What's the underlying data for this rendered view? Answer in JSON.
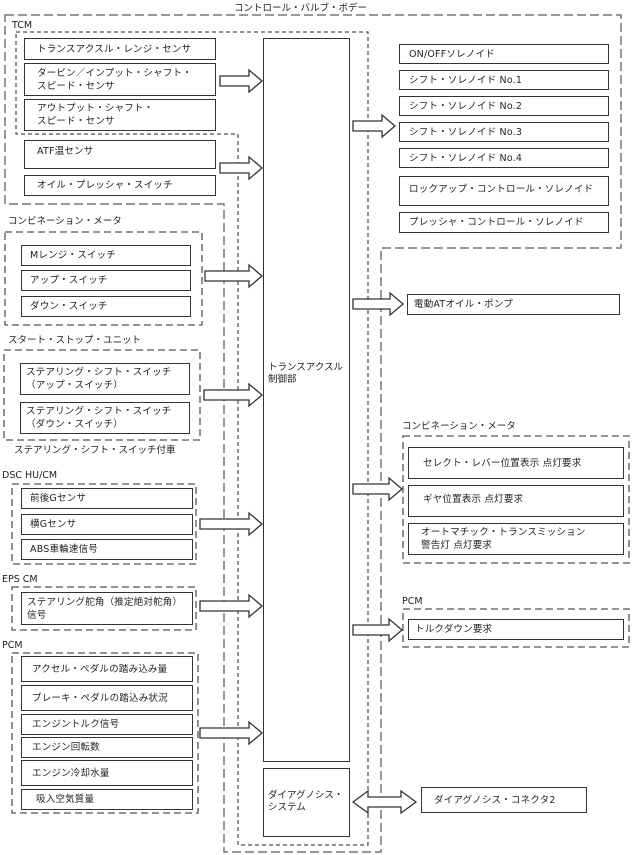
{
  "title": "コントロール・バルブ・ボデー",
  "tcm": {
    "label": "TCM",
    "sensors": [
      "トランスアクスル・レンジ・センサ",
      "タービン／インプット・シャフト・\nスピード・センサ",
      "アウトプット・シャフト・\nスピード・センサ",
      "ATF温センサ",
      "オイル・プレッシャ・スイッチ"
    ],
    "core_label": "トランスアクスル\n制御部",
    "diagnosis_label": "ダイアグノシス・\nシステム"
  },
  "combination_meter_in": {
    "label": "コンビネーション・メータ",
    "items": [
      "Mレンジ・スイッチ",
      "アップ・スイッチ",
      "ダウン・スイッチ"
    ]
  },
  "start_stop_unit": {
    "label": "スタート・ストップ・ユニット",
    "items": [
      "ステアリング・シフト・スイッチ\n（アップ・スイッチ）",
      "ステアリング・シフト・スイッチ\n（ダウン・スイッチ）"
    ],
    "note": "ステアリング・シフト・スイッチ付車"
  },
  "dsc": {
    "label": "DSC HU/CM",
    "items": [
      "前後Gセンサ",
      "横Gセンサ",
      "ABS車輪速信号"
    ]
  },
  "eps": {
    "label": "EPS CM",
    "items": [
      "ステアリング舵角（推定絶対舵角）\n信号"
    ]
  },
  "pcm_in": {
    "label": "PCM",
    "items": [
      "アクセル・ペダルの踏み込み量",
      "ブレーキ・ペダルの踏込み状況",
      "エンジントルク信号",
      "エンジン回転数",
      "エンジン冷却水量",
      "吸入空気質量"
    ]
  },
  "solenoids": [
    "ON/OFFソレノイド",
    "シフト・ソレノイド No.1",
    "シフト・ソレノイド No.2",
    "シフト・ソレノイド No.3",
    "シフト・ソレノイド No.4",
    "ロックアップ・コントロール・ソレノイド",
    "プレッシャ・コントロール・ソレノイド"
  ],
  "oil_pump": "電動ATオイル・ポンプ",
  "combination_meter_out": {
    "label": "コンビネーション・メータ",
    "items": [
      "セレクト・レバー位置表示 点灯要求",
      "ギヤ位置表示 点灯要求",
      "オートマチック・トランスミッション\n警告灯 点灯要求"
    ]
  },
  "pcm_out": {
    "label": "PCM",
    "items": [
      "トルクダウン要求"
    ]
  },
  "diagnosis_connector": "ダイアグノシス・コネクタ2"
}
